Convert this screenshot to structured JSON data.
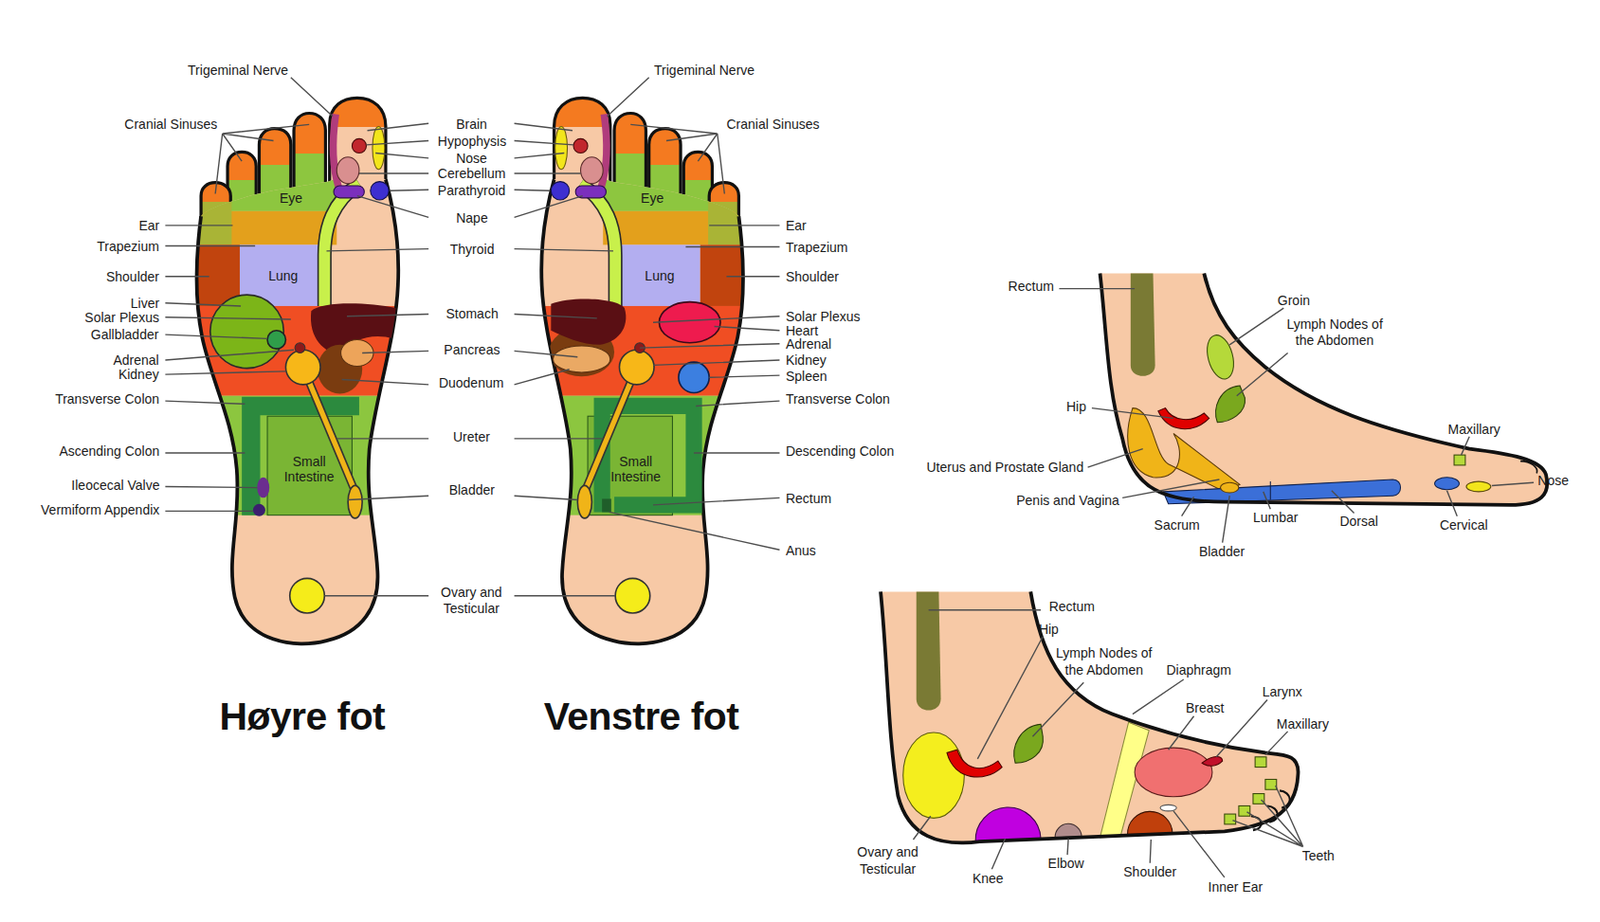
{
  "diagram": {
    "nodes": [
      {
        "text": [
          "Eye"
        ]
      },
      {
        "text": [
          "Eye"
        ]
      },
      {
        "text": [
          "Lung"
        ]
      },
      {
        "text": [
          "Lung"
        ]
      },
      {
        "text": [
          "Small Intestine"
        ]
      },
      {
        "text": [
          "Small Intestine"
        ]
      }
    ],
    "labels": [
      "Trigeminal Nerve",
      "Cranial Sinuses",
      "Ear",
      "Trapezium",
      "Shoulder",
      "Liver",
      "Solar Plexus",
      "Gallbladder",
      "Adrenal",
      "Kidney",
      "Transverse Colon",
      "Ascending Colon",
      "Ileocecal Valve",
      "Vermiform Appendix",
      "Brain",
      "Hypophysis",
      "Nose",
      "Cerebellum",
      "Parathyroid",
      "Nape",
      "Thyroid",
      "Stomach",
      "Pancreas",
      "Duodenum",
      "Ureter",
      "Bladder",
      "Ovary and Testicular",
      "Trigeminal Nerve",
      "Cranial Sinuses",
      "Ear",
      "Trapezium",
      "Shoulder",
      "Solar Plexus",
      "Heart",
      "Adrenal",
      "Kidney",
      "Spleen",
      "Transverse Colon",
      "Descending Colon",
      "Rectum",
      "Anus",
      "Høyre fot",
      "Venstre fot",
      "Rectum",
      "Groin",
      "Lymph Nodes of the Abdomen",
      "Hip",
      "Uterus and Prostate Gland",
      "Penis and Vagina",
      "Sacrum",
      "Lumbar",
      "Dorsal",
      "Bladder",
      "Maxillary",
      "Nose",
      "Cervical",
      "Rectum",
      "Hip",
      "Lymph Nodes of the Abdomen",
      "Diaphragm",
      "Larynx",
      "Breast",
      "Maxillary",
      "Ovary and Testicular",
      "Knee",
      "Elbow",
      "Shoulder",
      "Inner Ear",
      "Teeth"
    ]
  }
}
